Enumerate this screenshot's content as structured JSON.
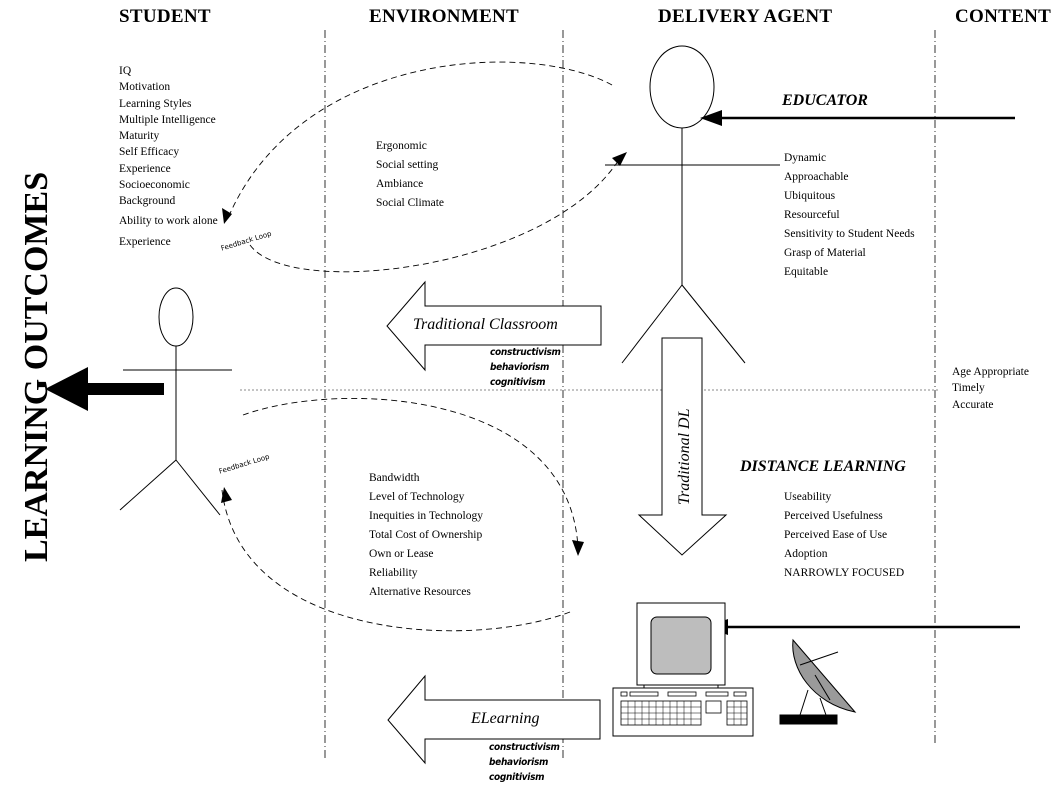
{
  "headers": {
    "student": "STUDENT",
    "environment": "ENVIRONMENT",
    "delivery_agent": "DELIVERY AGENT",
    "content": "CONTENT"
  },
  "vertical_label": "LEARNING OUTCOMES",
  "student_attributes": [
    "IQ",
    "Motivation",
    "Learning Styles",
    "Multiple Intelligence",
    "Maturity",
    "Self Efficacy",
    "Experience",
    "Socioeconomic",
    "Background",
    "Ability to work alone",
    "Experience"
  ],
  "environment_top": [
    "Ergonomic",
    "Social setting",
    "Ambiance",
    "Social Climate"
  ],
  "environment_bottom": [
    "Bandwidth",
    "Level of Technology",
    "Inequities in Technology",
    "Total Cost of Ownership",
    "Own or Lease",
    "Reliability",
    "Alternative Resources"
  ],
  "educator": {
    "label": "EDUCATOR",
    "traits": [
      "Dynamic",
      "Approachable",
      "Ubiquitous",
      "Resourceful",
      "Sensitivity to Student Needs",
      "Grasp of Material",
      "Equitable"
    ]
  },
  "distance_learning": {
    "label": "DISTANCE LEARNING",
    "traits": [
      "Useability",
      "Perceived Usefulness",
      "Perceived Ease of Use",
      "Adoption",
      "NARROWLY FOCUSED"
    ]
  },
  "content_items": [
    "Age Appropriate",
    "Timely",
    "Accurate"
  ],
  "traditional_classroom": "Traditional Classroom",
  "traditional_dl": "Traditional DL",
  "elearning": "ELearning",
  "theories": [
    "constructivism",
    "behaviorism",
    "cognitivism"
  ],
  "feedback_loop": "Feedback Loop",
  "colors": {
    "ink": "#000000",
    "screen": "#bdbdbd",
    "dish": "#9a9a9a"
  }
}
